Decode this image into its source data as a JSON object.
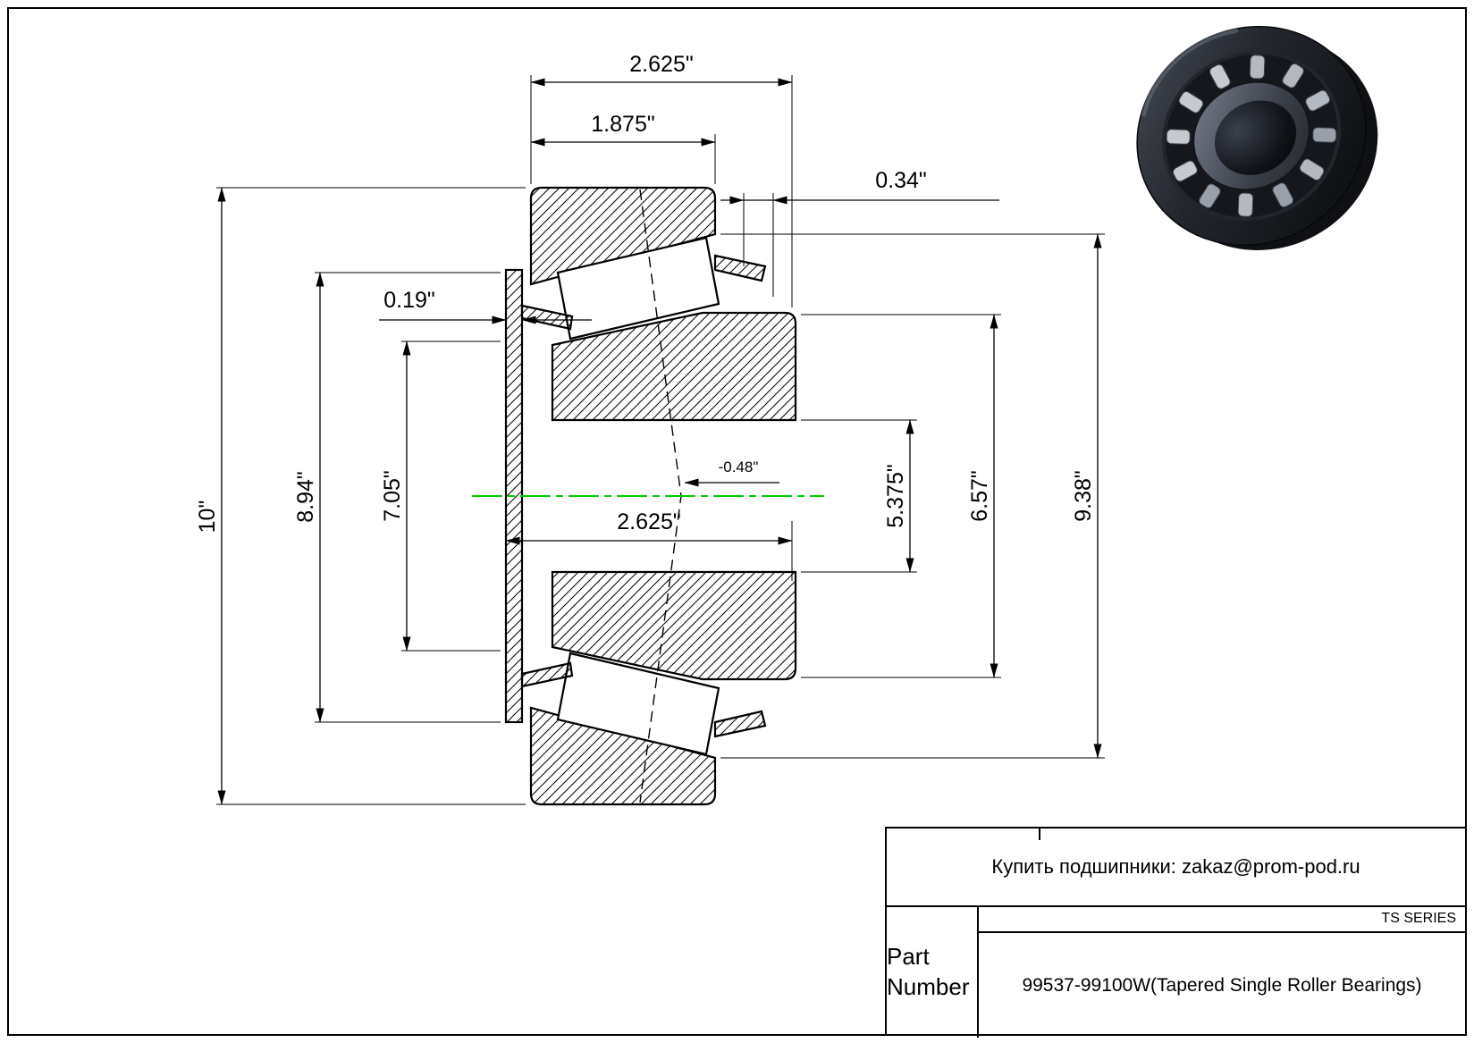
{
  "colors": {
    "centerline_green": "#00CC00"
  },
  "drawing": {
    "dims": {
      "top_width": "2.625\"",
      "cone_front_width": "1.875\"",
      "cup_standout": "0.34\"",
      "flange_thickness": "0.19\"",
      "housing_od": "10\"",
      "cup_od": "8.94\"",
      "rib_dia": "7.05\"",
      "bore_width": "2.625\"",
      "load_center": "-0.48\"",
      "bore_dia": "5.375\"",
      "cup_front_dia": "6.57\"",
      "flange_od": "9.38\""
    }
  },
  "title_block": {
    "contact": "Купить подшипники: zakaz@prom-pod.ru",
    "series": "TS SERIES",
    "part_label": "Part Number",
    "part_value": "99537-99100W(Tapered Single Roller Bearings)"
  }
}
